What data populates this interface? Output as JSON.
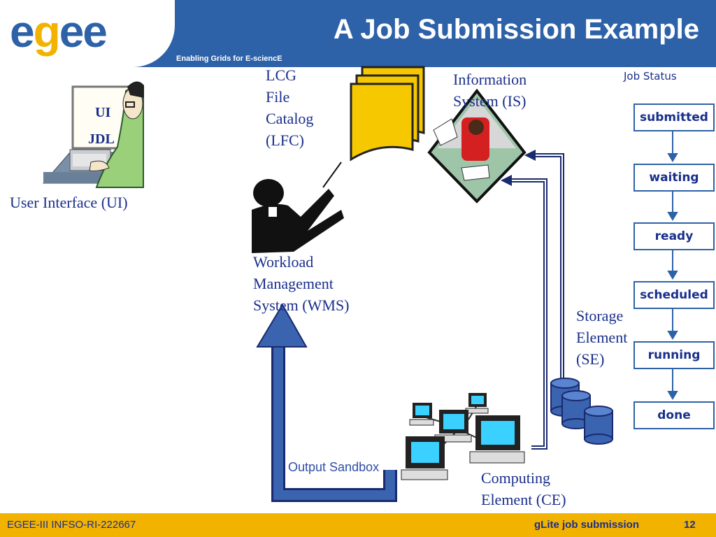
{
  "header": {
    "logo_text": "egee",
    "title": "A Job Submission Example",
    "tagline": "Enabling Grids for E-sciencE"
  },
  "ui": {
    "screen_line1": "UI",
    "screen_line2": "JDL",
    "label": "User Interface (UI)"
  },
  "lfc": {
    "label_lines": [
      "LCG",
      "File",
      "Catalog",
      "(LFC)"
    ]
  },
  "is": {
    "label_lines": [
      "Information",
      "System (IS)"
    ]
  },
  "wms": {
    "label_lines": [
      "Workload",
      "Management",
      "System (WMS)"
    ]
  },
  "se": {
    "label_lines": [
      "Storage",
      "Element",
      "(SE)"
    ]
  },
  "ce": {
    "label_lines": [
      "Computing",
      "Element (CE)"
    ]
  },
  "output_sandbox": "Output Sandbox",
  "job_status": {
    "title": "Job Status",
    "states": [
      "submitted",
      "waiting",
      "ready",
      "scheduled",
      "running",
      "done"
    ]
  },
  "footer": {
    "left": "EGEE-III INFSO-RI-222667",
    "right": "gLite job submission",
    "page": "12"
  },
  "colors": {
    "brand_blue": "#2e62a8",
    "brand_yellow": "#f2b200",
    "text_navy": "#1a2f8c"
  }
}
